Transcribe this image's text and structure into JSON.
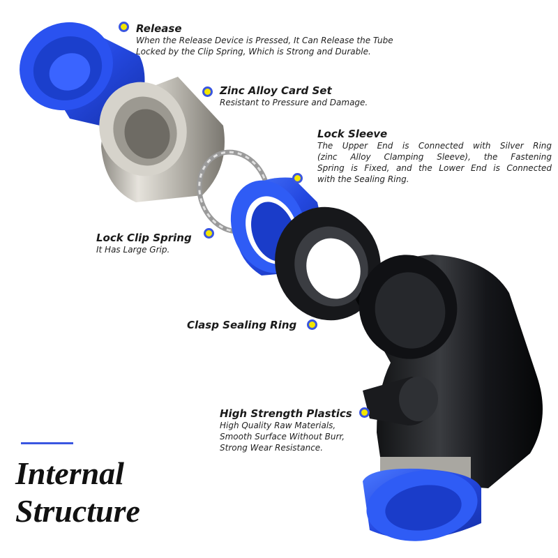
{
  "heading": {
    "line1": "Internal",
    "line2": "Structure"
  },
  "parts": {
    "release": {
      "title": "Release",
      "desc": [
        "When the Release Device is Pressed, It Can Release the Tube",
        "Locked by the Clip Spring, Which is Strong and Durable."
      ]
    },
    "zinc_alloy_card_set": {
      "title": "Zinc Alloy Card Set",
      "desc": [
        "Resistant to Pressure and Damage."
      ]
    },
    "lock_sleeve": {
      "title": "Lock Sleeve",
      "desc": [
        "The Upper End is Connected with Silver Ring",
        "(zinc Alloy Clamping Sleeve), the Fastening",
        "Spring is Fixed, and the Lower End is Connected",
        "with the Sealing Ring."
      ]
    },
    "lock_clip_spring": {
      "title": "Lock Clip Spring",
      "desc": [
        "It Has Large Grip."
      ]
    },
    "clasp_sealing_ring": {
      "title": "Clasp Sealing Ring",
      "desc": []
    },
    "high_strength_plastics": {
      "title": "High Strength Plastics",
      "desc": [
        "High Quality Raw Materials,",
        "Smooth Surface Without Burr,",
        "Strong Wear Resistance."
      ]
    }
  },
  "colors": {
    "blue_part": "#2a52e8",
    "silver_part": "#c9c6bd",
    "black_part": "#1c1d20",
    "marker_fill": "#f3e600",
    "marker_ring": "#3a56e0"
  }
}
